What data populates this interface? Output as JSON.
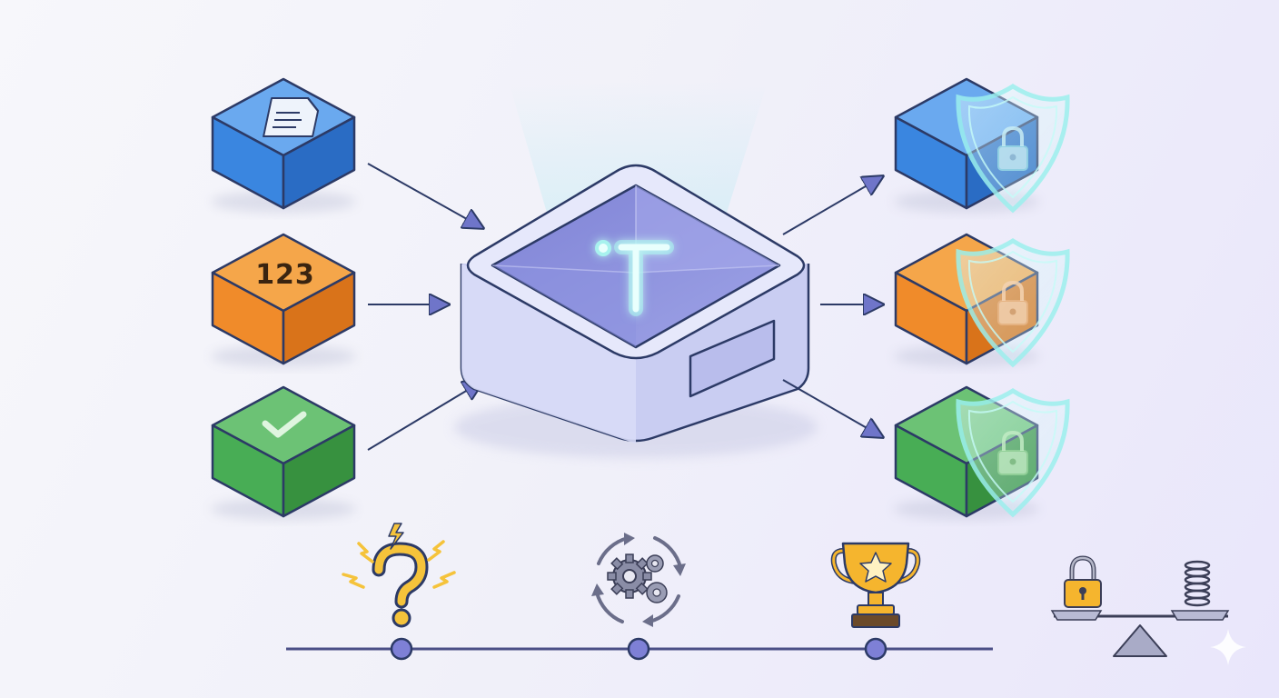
{
  "colors": {
    "blue": "#3a86e0",
    "orange": "#f08b2a",
    "green": "#48ad55",
    "outline": "#2c3a66",
    "processor": "#dcdff8",
    "glow": "#7fe7e0",
    "timeline": "#4b4f86",
    "timeline_node": "#7e80d6"
  },
  "inputs": [
    {
      "id": "document",
      "color": "blue",
      "icon": "document-icon"
    },
    {
      "id": "number",
      "color": "orange",
      "icon": "number-label",
      "label": "123"
    },
    {
      "id": "check",
      "color": "green",
      "icon": "check-icon"
    }
  ],
  "outputs": [
    {
      "id": "secured-blue",
      "color": "blue",
      "icon": "shield-lock-icon"
    },
    {
      "id": "secured-orange",
      "color": "orange",
      "icon": "shield-lock-icon"
    },
    {
      "id": "secured-green",
      "color": "green",
      "icon": "shield-lock-icon"
    }
  ],
  "processor": {
    "icon": "t-logo-icon"
  },
  "timeline": {
    "stages": [
      {
        "id": "question",
        "icon": "question-lightning-icon"
      },
      {
        "id": "process",
        "icon": "gears-cycle-icon"
      },
      {
        "id": "achieve",
        "icon": "trophy-icon"
      }
    ],
    "end_icon": "balance-scale-icon"
  }
}
